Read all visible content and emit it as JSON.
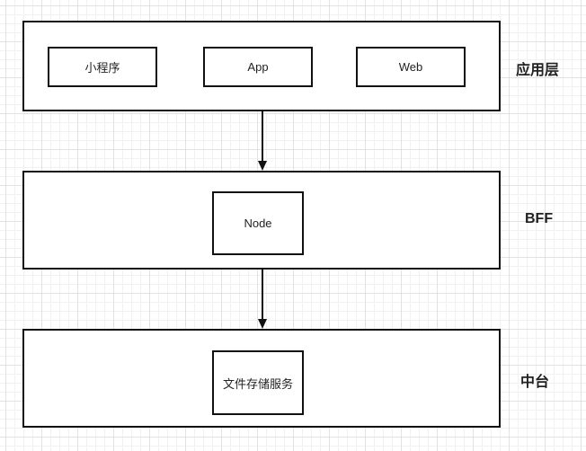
{
  "layers": {
    "app": {
      "label": "应用层",
      "nodes": [
        "小程序",
        "App",
        "Web"
      ]
    },
    "bff": {
      "label": "BFF",
      "nodes": [
        "Node"
      ]
    },
    "middle": {
      "label": "中台",
      "nodes": [
        "文件存储服务"
      ]
    }
  },
  "colors": {
    "stroke": "#111111",
    "grid": "#e2e2e2"
  }
}
